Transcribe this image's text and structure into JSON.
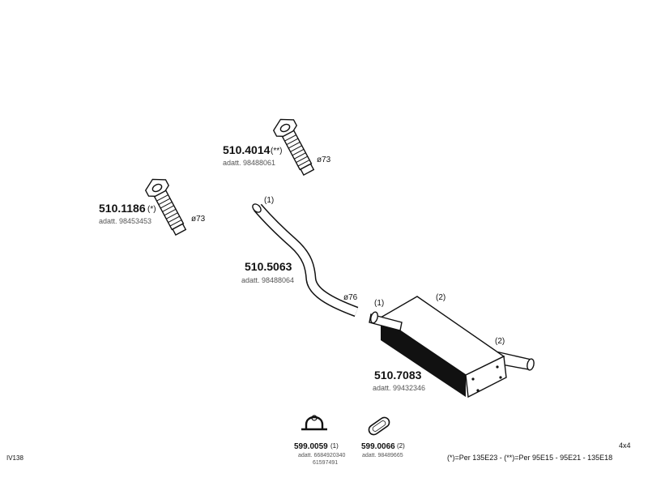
{
  "parts": {
    "flex_a": {
      "code": "510.1186",
      "mark": "(*)",
      "adatt": "adatt. 98453453",
      "diameter": "ø73"
    },
    "flex_b": {
      "code": "510.4014",
      "mark": "(**)",
      "adatt": "adatt. 98488061",
      "diameter": "ø73"
    },
    "pipe": {
      "code": "510.5063",
      "adatt": "adatt. 98488064",
      "diameter": "ø76",
      "ref": "(1)"
    },
    "muffler": {
      "code": "510.7083",
      "adatt": "adatt. 99432346",
      "ref_inlet": "(1)",
      "ref_top": "(2)",
      "ref_right": "(2)"
    },
    "clamp": {
      "code": "599.0059",
      "mark": "(1)",
      "adatt_1": "adatt. 6684920340",
      "adatt_2": "61597491"
    },
    "gasket": {
      "code": "599.0066",
      "mark": "(2)",
      "adatt": "adatt. 98489665"
    }
  },
  "footer": {
    "left_code": "IV138",
    "variant": "4x4",
    "notes": "(*)=Per 135E23  -  (**)=Per 95E15 - 95E21 - 135E18"
  },
  "icons": [
    "flange-pipe-icon",
    "flange-pipe-icon",
    "bent-pipe-icon",
    "muffler-icon",
    "clamp-icon",
    "gasket-icon"
  ]
}
